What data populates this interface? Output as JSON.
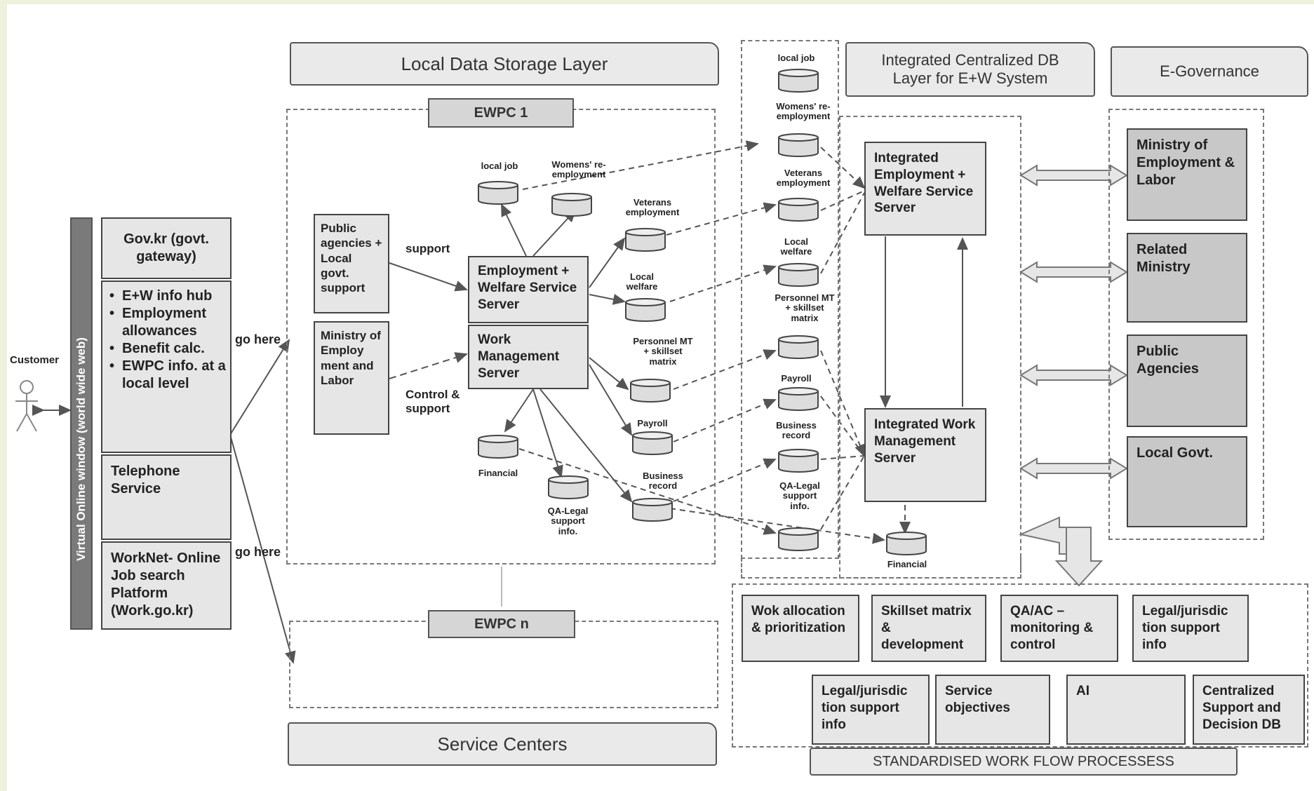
{
  "layers": {
    "local_data_storage": "Local Data Storage Layer",
    "integrated_db": "Integrated Centralized DB Layer for E+W System",
    "egovernance": "E-Governance",
    "service_centers": "Service Centers"
  },
  "customer": "Customer",
  "virtual_window": {
    "label": "Virtual Online window (world wide web)",
    "gov_gateway": "Gov.kr (govt. gateway)",
    "hub_items": [
      "E+W info hub",
      "Employment allowances",
      "Benefit calc.",
      "EWPC info. at a local level"
    ],
    "telephone": "Telephone Service",
    "worknet": "WorkNet- Online Job search Platform (Work.go.kr)"
  },
  "go_here_1": "go here",
  "go_here_2": "go here",
  "ewpc1": {
    "title": "EWPC 1",
    "public_agencies": "Public agencies + Local govt. support",
    "ministry": "Ministry of Employ ment and Labor",
    "support_label": "support",
    "control_label": "Control & support",
    "emp_server": "Employment + Welfare Service Server",
    "work_server": "Work Management Server",
    "dbs": {
      "local_job": "local job",
      "women": "Womens' re-\nemployment",
      "veterans": "Veterans\nemployment",
      "local_welfare": "Local\nwelfare",
      "personnel": "Personnel MT\n+ skillset\nmatrix",
      "payroll": "Payroll",
      "business": "Business\nrecord",
      "financial": "Financial",
      "qa_legal": "QA-Legal\nsupport\ninfo."
    }
  },
  "ewpcn": {
    "title": "EWPC n"
  },
  "central": {
    "dbs": {
      "local_job": "local job",
      "women": "Womens' re-\nemployment",
      "veterans": "Veterans\nemployment",
      "local_welfare": "Local\nwelfare",
      "personnel": "Personnel MT\n+ skillset\nmatrix",
      "payroll": "Payroll",
      "business": "Business\nrecord",
      "qa_legal": "QA-Legal\nsupport\ninfo.",
      "financial": "Financial"
    },
    "int_emp_server": "Integrated Employment + Welfare Service Server",
    "int_work_server": "Integrated Work Management Server"
  },
  "egov_boxes": [
    "Ministry of Employment & Labor",
    "Related Ministry",
    "Public Agencies",
    "Local Govt."
  ],
  "workflow": {
    "row1": [
      "Wok allocation & prioritization",
      "Skillset matrix & development",
      "QA/AC – monitoring & control",
      "Legal/jurisdic tion support info"
    ],
    "row2": [
      "Legal/jurisdic tion support info",
      "Service objectives",
      "AI",
      "Centralized Support and Decision DB"
    ],
    "footer": "STANDARDISED WORK FLOW PROCESSESS"
  },
  "colors": {
    "box_fill": "#e6e6e6",
    "egov_fill": "#c8c8c8",
    "side_bar": "#7a7a7a",
    "border": "#444444"
  }
}
